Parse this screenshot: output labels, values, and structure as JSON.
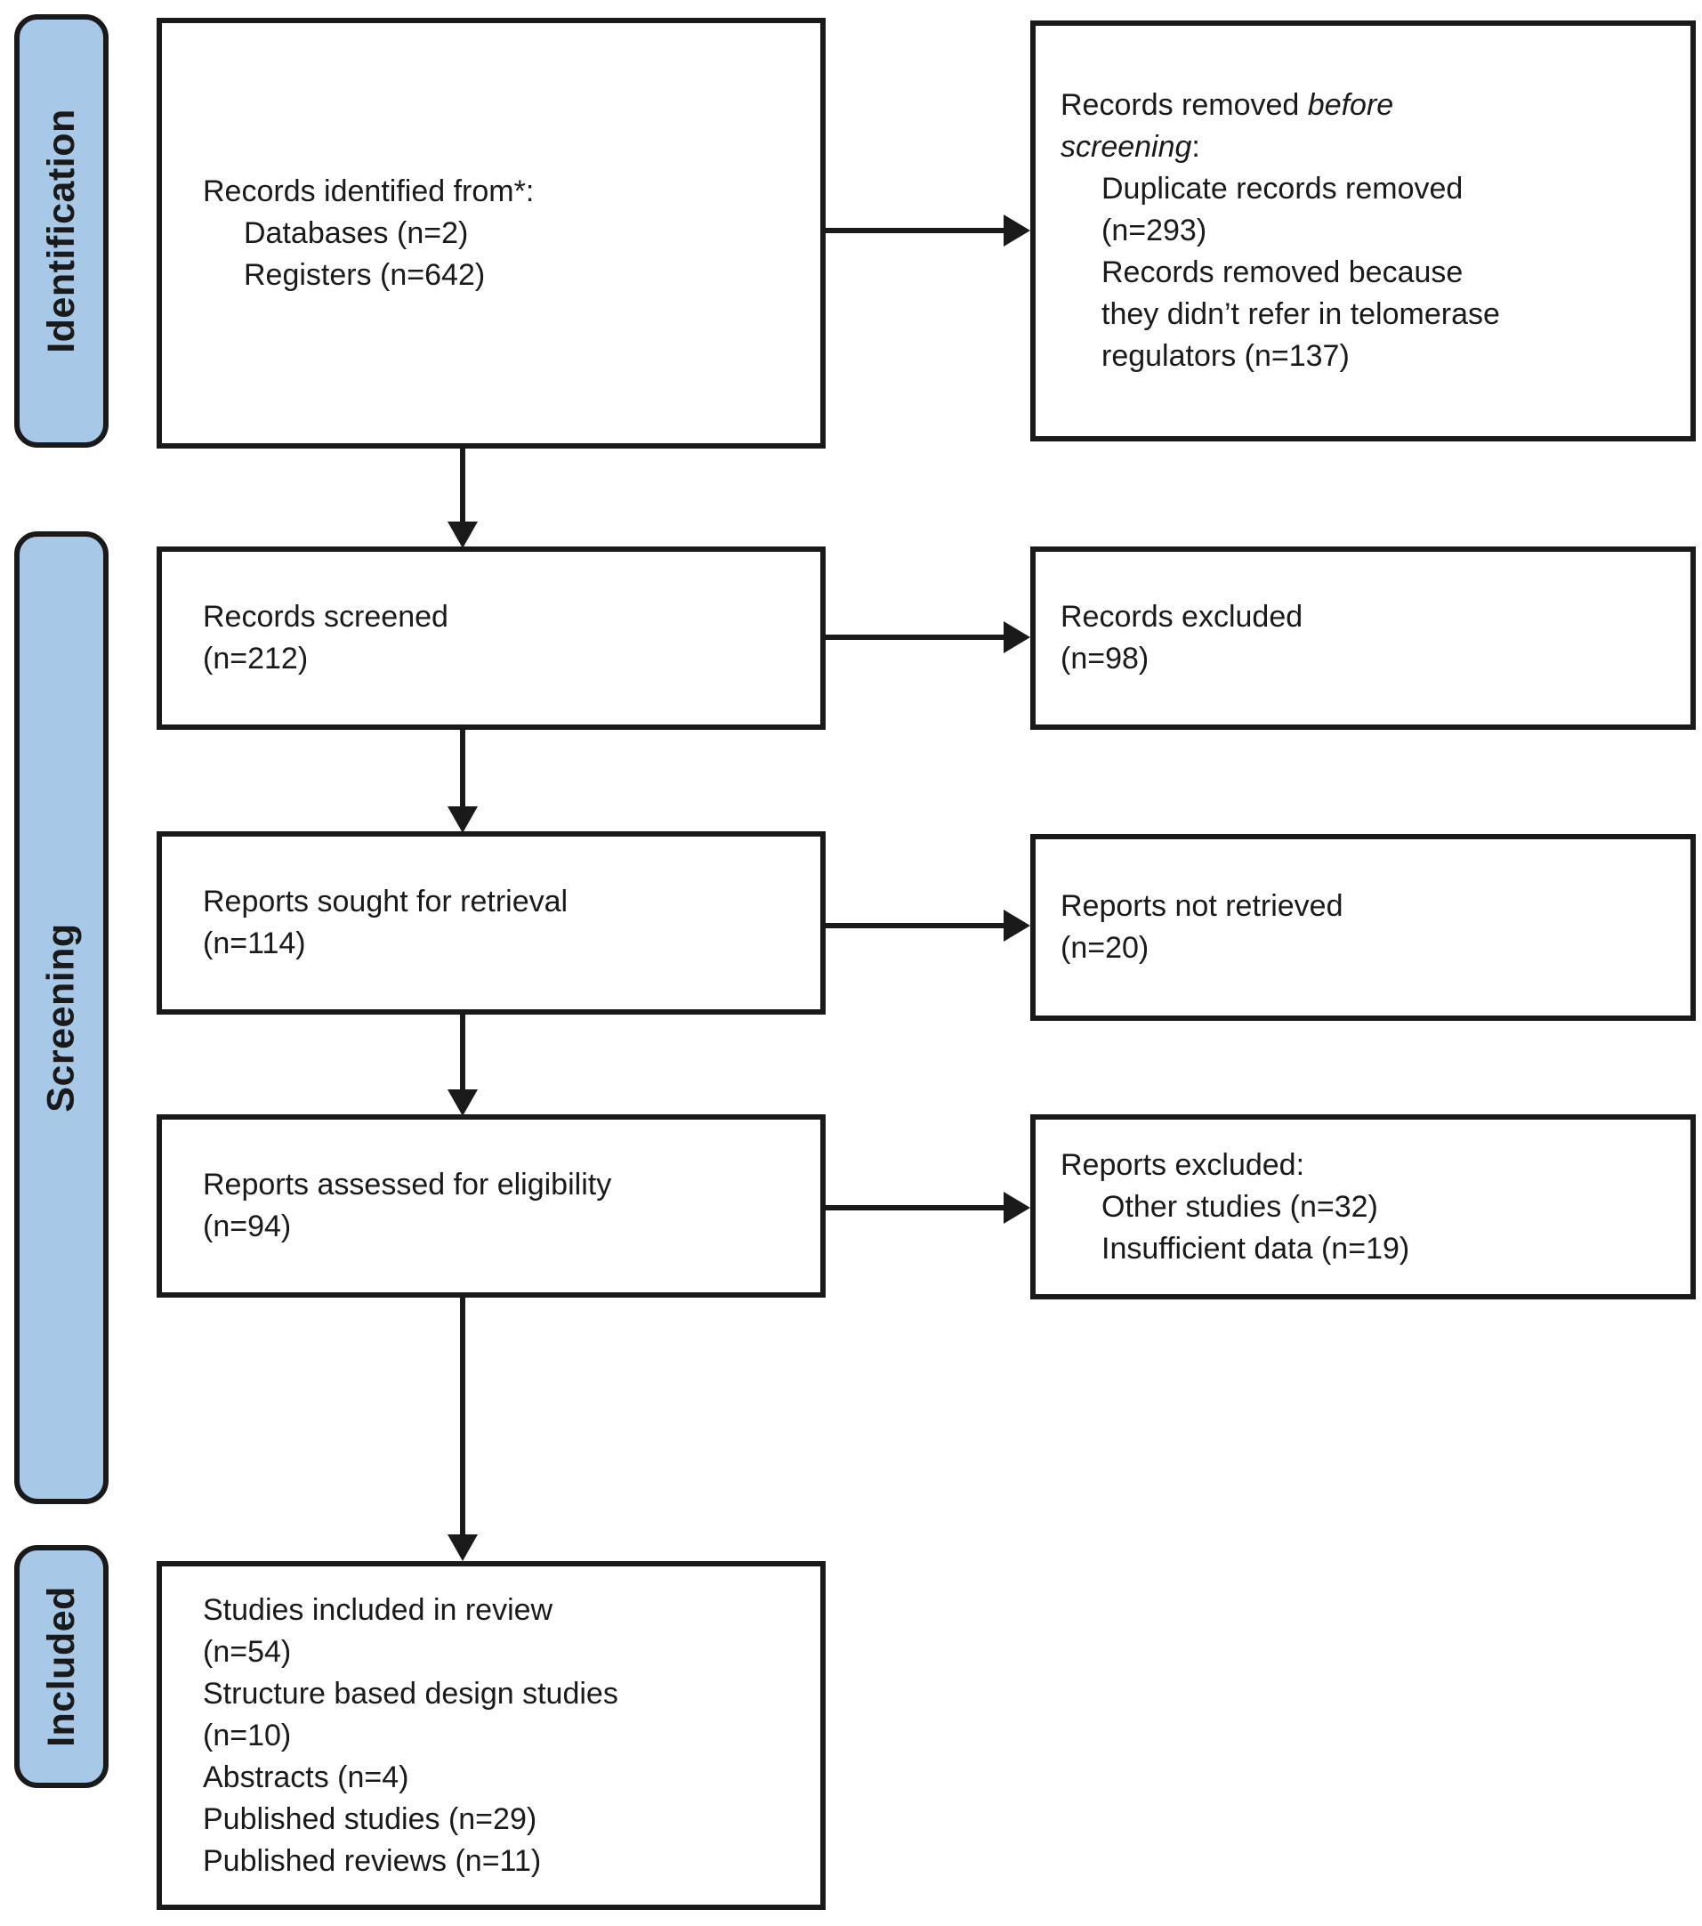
{
  "diagram": {
    "kind": "PRISMA flow diagram",
    "colors": {
      "stage_fill": "#A8C8E8",
      "line": "#1A1A1A",
      "box_fill": "#FFFFFF"
    },
    "stages": {
      "identification": "Identification",
      "screening": "Screening",
      "included": "Included"
    },
    "boxes": {
      "identified": {
        "lines": [
          {
            "segs": [
              {
                "t": "Records identified from*:"
              }
            ]
          },
          {
            "indent": true,
            "segs": [
              {
                "t": "Databases (n=2)"
              }
            ]
          },
          {
            "indent": true,
            "segs": [
              {
                "t": "Registers (n=642)"
              }
            ]
          }
        ]
      },
      "removed_before": {
        "lines": [
          {
            "segs": [
              {
                "t": "Records removed "
              },
              {
                "t": "before",
                "italic": true
              }
            ]
          },
          {
            "segs": [
              {
                "t": "screening",
                "italic": true
              },
              {
                "t": ":"
              }
            ]
          },
          {
            "indent": true,
            "segs": [
              {
                "t": "Duplicate records removed"
              }
            ]
          },
          {
            "indent": true,
            "segs": [
              {
                "t": "(n=293)"
              }
            ]
          },
          {
            "indent": true,
            "segs": [
              {
                "t": "Records removed because"
              }
            ]
          },
          {
            "indent": true,
            "segs": [
              {
                "t": "they didn’t refer in telomerase"
              }
            ]
          },
          {
            "indent": true,
            "segs": [
              {
                "t": "regulators (n=137)"
              }
            ]
          }
        ]
      },
      "screened": {
        "lines": [
          {
            "segs": [
              {
                "t": "Records screened"
              }
            ]
          },
          {
            "segs": [
              {
                "t": "(n=212)"
              }
            ]
          }
        ]
      },
      "records_excluded": {
        "lines": [
          {
            "segs": [
              {
                "t": "Records excluded"
              }
            ]
          },
          {
            "segs": [
              {
                "t": "(n=98)"
              }
            ]
          }
        ]
      },
      "sought": {
        "lines": [
          {
            "segs": [
              {
                "t": "Reports sought for retrieval"
              }
            ]
          },
          {
            "segs": [
              {
                "t": "(n=114)"
              }
            ]
          }
        ]
      },
      "not_retrieved": {
        "lines": [
          {
            "segs": [
              {
                "t": "Reports not retrieved"
              }
            ]
          },
          {
            "segs": [
              {
                "t": "(n=20)"
              }
            ]
          }
        ]
      },
      "assessed": {
        "lines": [
          {
            "segs": [
              {
                "t": "Reports assessed for eligibility"
              }
            ]
          },
          {
            "segs": [
              {
                "t": "(n=94)"
              }
            ]
          }
        ]
      },
      "reports_excluded": {
        "lines": [
          {
            "segs": [
              {
                "t": "Reports excluded:"
              }
            ]
          },
          {
            "indent": true,
            "segs": [
              {
                "t": "Other studies (n=32)"
              }
            ]
          },
          {
            "indent": true,
            "segs": [
              {
                "t": "Insufficient data (n=19)"
              }
            ]
          }
        ]
      },
      "included_studies": {
        "lines": [
          {
            "segs": [
              {
                "t": "Studies included in review"
              }
            ]
          },
          {
            "segs": [
              {
                "t": "(n=54)"
              }
            ]
          },
          {
            "segs": [
              {
                "t": "Structure based design studies"
              }
            ]
          },
          {
            "segs": [
              {
                "t": "(n=10)"
              }
            ]
          },
          {
            "segs": [
              {
                "t": "Abstracts (n=4)"
              }
            ]
          },
          {
            "segs": [
              {
                "t": "Published studies (n=29)"
              }
            ]
          },
          {
            "segs": [
              {
                "t": "Published reviews (n=11)"
              }
            ]
          }
        ]
      }
    }
  }
}
